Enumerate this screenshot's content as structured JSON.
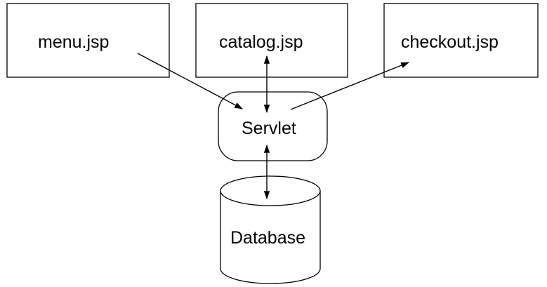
{
  "nodes": {
    "menu": {
      "label": "menu.jsp",
      "shape": "rectangle"
    },
    "catalog": {
      "label": "catalog.jsp",
      "shape": "rectangle"
    },
    "checkout": {
      "label": "checkout.jsp",
      "shape": "rectangle"
    },
    "servlet": {
      "label": "Servlet",
      "shape": "rounded-rectangle"
    },
    "database": {
      "label": "Database",
      "shape": "cylinder"
    }
  },
  "edges": [
    {
      "from": "menu",
      "to": "servlet",
      "direction": "forward"
    },
    {
      "from": "catalog",
      "to": "servlet",
      "direction": "both"
    },
    {
      "from": "servlet",
      "to": "checkout",
      "direction": "forward"
    },
    {
      "from": "servlet",
      "to": "database",
      "direction": "both"
    }
  ],
  "colors": {
    "stroke": "#000000",
    "fill": "#ffffff",
    "background": "#ffffff"
  }
}
